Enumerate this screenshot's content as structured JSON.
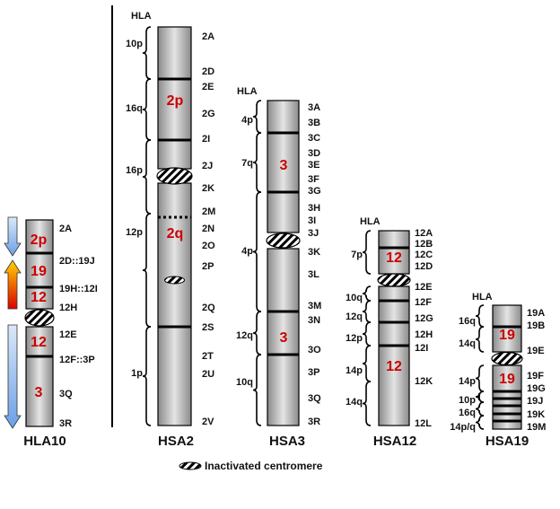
{
  "colors": {
    "segment_text": "#cc0000",
    "chromosome_fill": "#c8c8c8",
    "band_line": "#000000",
    "arrow_blue": "#7eaee8",
    "arrow_warm_top": "#ffcc00",
    "arrow_warm_bottom": "#dd0000"
  },
  "legend": {
    "label": "Inactivated centromere"
  },
  "chromosomes": [
    {
      "id": "hla10",
      "title": "HLA10",
      "hla_label": "",
      "segments": [
        "2p",
        "19",
        "12",
        "12",
        "3"
      ],
      "bands": [
        "2A",
        "2D::19J",
        "19H::12I",
        "12H",
        "12E",
        "12F::3P",
        "3Q",
        "3R"
      ],
      "brackets": [],
      "arrows": [
        "down",
        "up",
        "down"
      ]
    },
    {
      "id": "hsa2",
      "title": "HSA2",
      "hla_label": "HLA",
      "segments": [
        "2p",
        "2q"
      ],
      "bands": [
        "2A",
        "2D",
        "2E",
        "2G",
        "2I",
        "2J",
        "2K",
        "2M",
        "2N",
        "2O",
        "2P",
        "2Q",
        "2S",
        "2T",
        "2U",
        "2V"
      ],
      "brackets": [
        "10p",
        "16q",
        "16p",
        "12p",
        "1p"
      ]
    },
    {
      "id": "hsa3",
      "title": "HSA3",
      "hla_label": "HLA",
      "segments": [
        "3",
        "3"
      ],
      "bands": [
        "3A",
        "3B",
        "3C",
        "3D",
        "3E",
        "3F",
        "3G",
        "3H",
        "3I",
        "3J",
        "3K",
        "3L",
        "3M",
        "3N",
        "3O",
        "3P",
        "3Q",
        "3R"
      ],
      "brackets": [
        "4p",
        "7q",
        "4p",
        "12q",
        "10q"
      ]
    },
    {
      "id": "hsa12",
      "title": "HSA12",
      "hla_label": "HLA",
      "segments": [
        "12",
        "12"
      ],
      "bands": [
        "12A",
        "12B",
        "12C",
        "12D",
        "12E",
        "12F",
        "12G",
        "12H",
        "12I",
        "12K",
        "12L"
      ],
      "brackets": [
        "7p",
        "10q",
        "12q",
        "12p",
        "14p",
        "14q"
      ]
    },
    {
      "id": "hsa19",
      "title": "HSA19",
      "hla_label": "HLA",
      "segments": [
        "19",
        "19"
      ],
      "bands": [
        "19A",
        "19B",
        "19E",
        "19F",
        "19G",
        "19J",
        "19K",
        "19M"
      ],
      "brackets": [
        "16q",
        "14q",
        "14p",
        "10p",
        "16q",
        "14p/q"
      ]
    }
  ]
}
